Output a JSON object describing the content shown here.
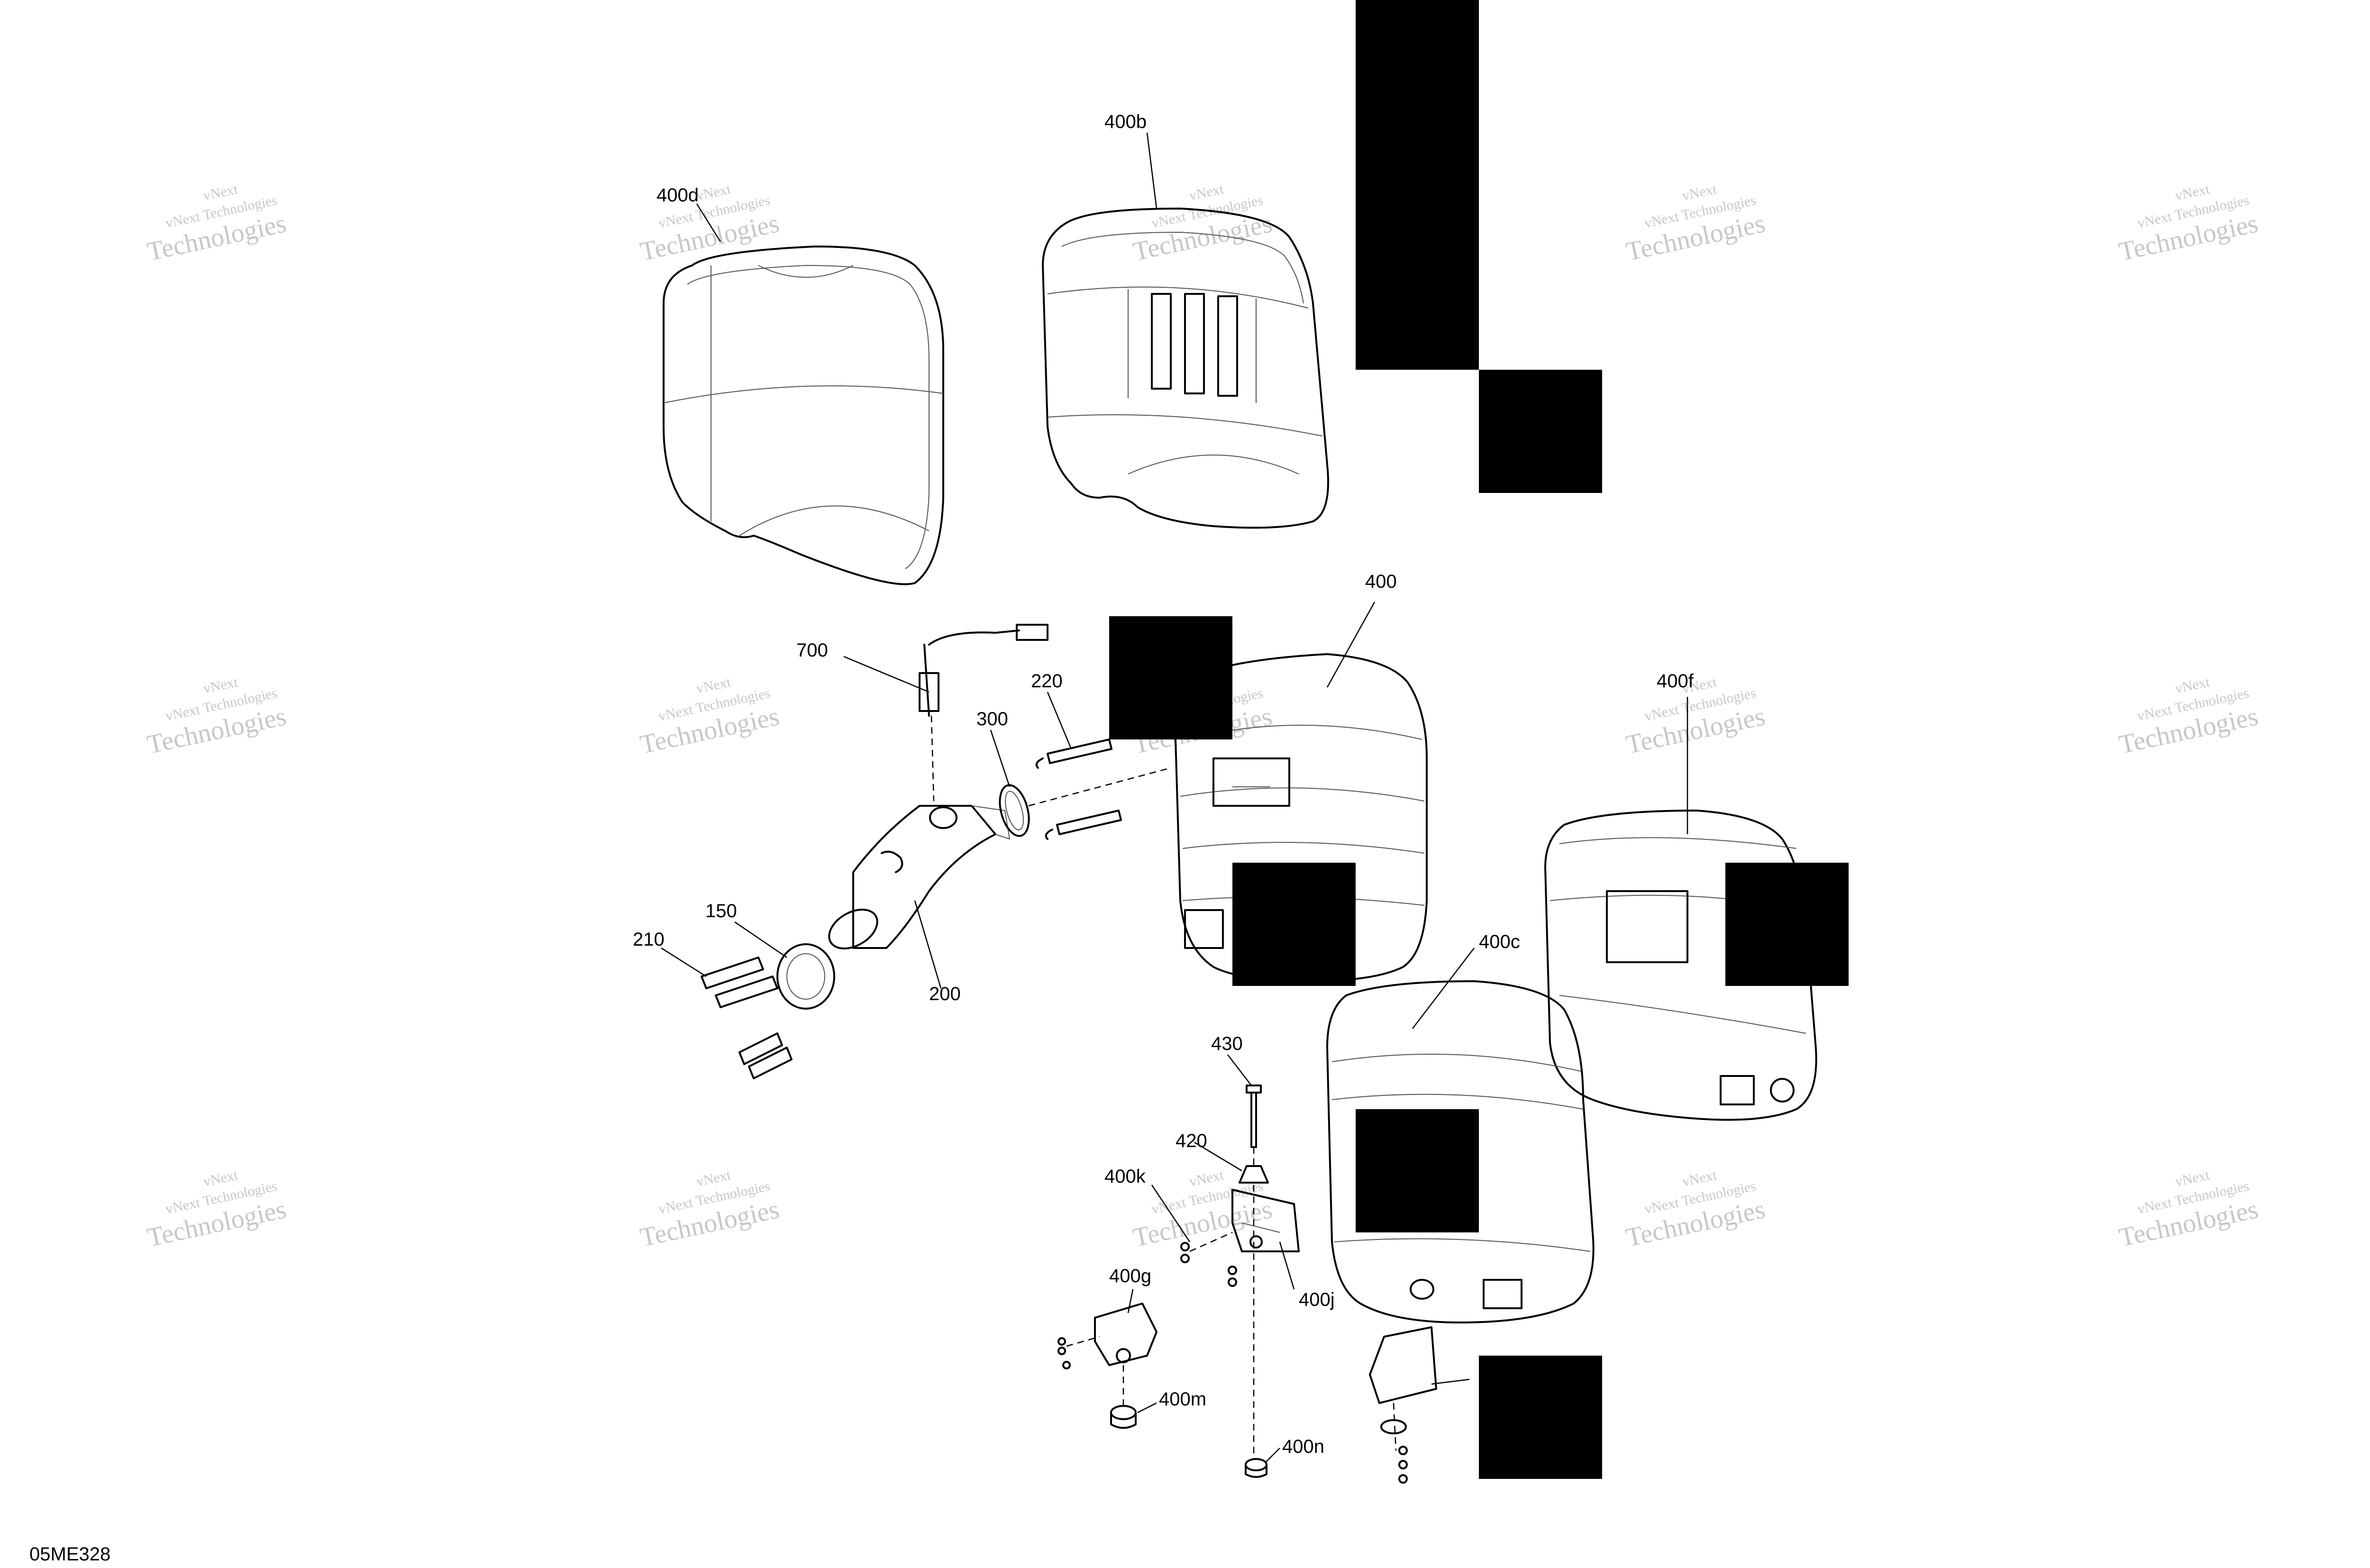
{
  "figure_id": "05ME328",
  "watermark": {
    "line1": "vNext Technologies",
    "line2": "vNext",
    "line3": "Technologies"
  },
  "callouts": {
    "c400b": "400b",
    "c400d": "400d",
    "c400": "400",
    "c400f": "400f",
    "c400c": "400c",
    "c700": "700",
    "c220": "220",
    "c300": "300",
    "c150": "150",
    "c210": "210",
    "c200": "200",
    "c430": "430",
    "c420": "420",
    "c400k": "400k",
    "c400g": "400g",
    "c400j": "400j",
    "c400m": "400m",
    "c400n": "400n"
  },
  "colors": {
    "line": "#000000",
    "watermark": "#9a9a9a",
    "redaction": "#000000",
    "background": "#ffffff"
  }
}
